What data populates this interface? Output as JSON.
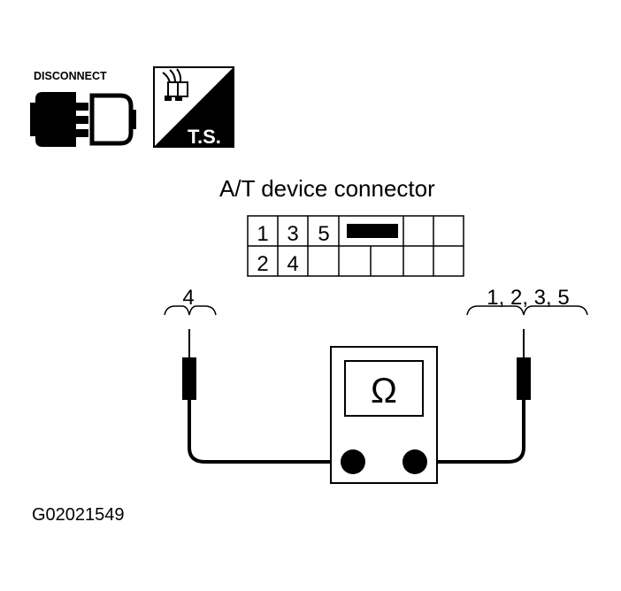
{
  "badges": {
    "disconnect_label": "DISCONNECT",
    "ts_label": "T.S.",
    "disconnect_icon": "disconnect-connector-icon",
    "ts_icon": "test-harness-ts-icon"
  },
  "connector": {
    "title": "A/T device connector",
    "top_row": [
      "1",
      "3",
      "5"
    ],
    "bottom_row": [
      "2",
      "4"
    ]
  },
  "probes": {
    "left_label": "4",
    "right_label": "1, 2, 3, 5"
  },
  "meter": {
    "symbol": "Ω",
    "icon": "ohmmeter-icon"
  },
  "figure_id": "G02021549"
}
